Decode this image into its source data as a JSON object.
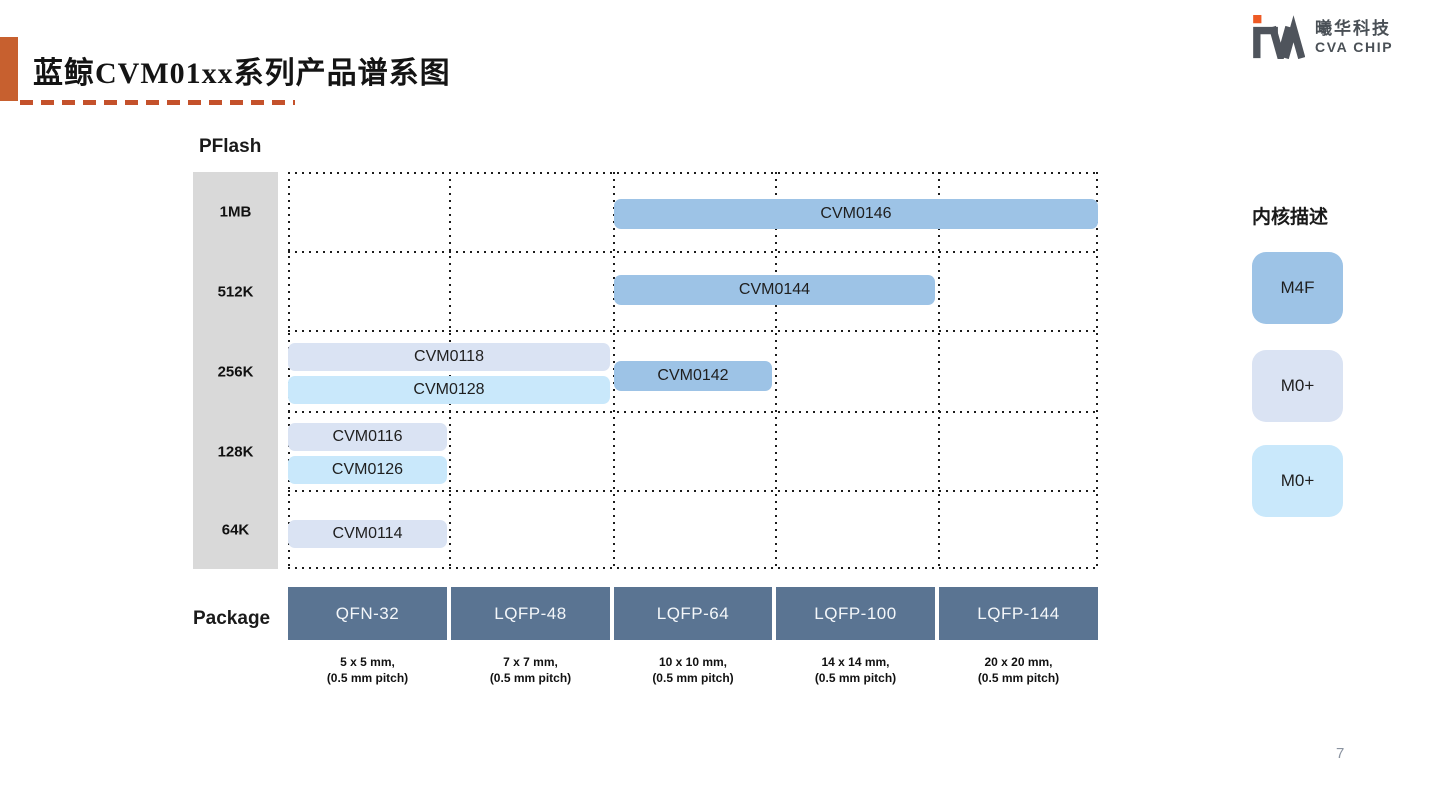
{
  "header": {
    "title": "蓝鲸CVM01xx系列产品谱系图",
    "logo": {
      "company_cn": "曦华科技",
      "company_en": "CVA CHIP"
    }
  },
  "chart": {
    "y_axis_label": "PFlash",
    "x_axis_label": "Package",
    "flash_sizes": [
      "1MB",
      "512K",
      "256K",
      "128K",
      "64K"
    ],
    "packages": [
      {
        "name": "QFN-32",
        "size_line1": "5 x 5 mm,",
        "size_line2": "(0.5 mm pitch)"
      },
      {
        "name": "LQFP-48",
        "size_line1": "7 x 7 mm,",
        "size_line2": "(0.5 mm pitch)"
      },
      {
        "name": "LQFP-64",
        "size_line1": "10 x 10 mm,",
        "size_line2": "(0.5 mm pitch)"
      },
      {
        "name": "LQFP-100",
        "size_line1": "14 x 14 mm,",
        "size_line2": "(0.5 mm pitch)"
      },
      {
        "name": "LQFP-144",
        "size_line1": "20 x 20 mm,",
        "size_line2": "(0.5 mm pitch)"
      }
    ]
  },
  "chart_data": {
    "type": "bar",
    "title": "蓝鲸CVM01xx系列产品谱系图",
    "x_categories": [
      "QFN-32",
      "LQFP-48",
      "LQFP-64",
      "LQFP-100",
      "LQFP-144"
    ],
    "y_categories": [
      "1MB",
      "512K",
      "256K",
      "128K",
      "64K"
    ],
    "grid": "dotted",
    "legend_position": "right",
    "products": [
      {
        "name": "CVM0146",
        "pflash": "1MB",
        "packages": [
          "LQFP-64",
          "LQFP-100",
          "LQFP-144"
        ],
        "core": "M4F",
        "color": "#9DC3E6"
      },
      {
        "name": "CVM0144",
        "pflash": "512K",
        "packages": [
          "LQFP-64",
          "LQFP-100"
        ],
        "core": "M4F",
        "color": "#9DC3E6"
      },
      {
        "name": "CVM0118",
        "pflash": "256K",
        "packages": [
          "QFN-32",
          "LQFP-48"
        ],
        "core": "M0+",
        "color": "#DAE3F3"
      },
      {
        "name": "CVM0128",
        "pflash": "256K",
        "packages": [
          "QFN-32",
          "LQFP-48"
        ],
        "core": "M0+",
        "color": "#C9E8FB"
      },
      {
        "name": "CVM0142",
        "pflash": "256K",
        "packages": [
          "LQFP-64"
        ],
        "core": "M4F",
        "color": "#9DC3E6"
      },
      {
        "name": "CVM0116",
        "pflash": "128K",
        "packages": [
          "QFN-32"
        ],
        "core": "M0+",
        "color": "#DAE3F3"
      },
      {
        "name": "CVM0126",
        "pflash": "128K",
        "packages": [
          "QFN-32"
        ],
        "core": "M0+",
        "color": "#C9E8FB"
      },
      {
        "name": "CVM0114",
        "pflash": "64K",
        "packages": [
          "QFN-32"
        ],
        "core": "M0+",
        "color": "#DAE3F3"
      }
    ]
  },
  "legend": {
    "title": "内核描述",
    "items": [
      {
        "label": "M4F",
        "color": "#9DC3E6"
      },
      {
        "label": "M0+",
        "color": "#DAE3F3"
      },
      {
        "label": "M0+",
        "color": "#C9E8FB"
      }
    ]
  },
  "footer": {
    "page_number": "7"
  },
  "colors": {
    "accent_orange": "#C7602F",
    "dash_orange": "#C4512B",
    "package_header_bg": "#5A7492",
    "axis_gray": "#D9D9D9",
    "logo_gray": "#4A5056",
    "logo_orange": "#EE5A24"
  }
}
